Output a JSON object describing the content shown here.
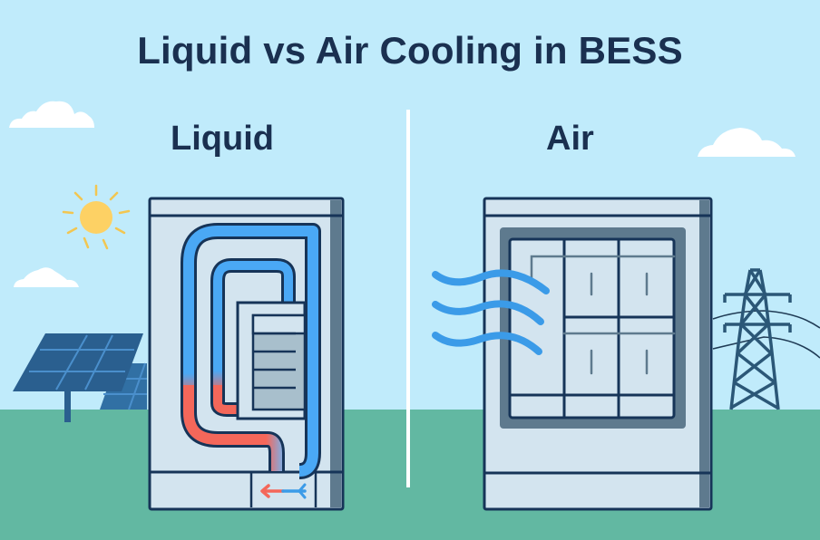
{
  "title": "Liquid vs Air Cooling in BESS",
  "panels": {
    "left": {
      "label": "Liquid",
      "system": "liquid-cooled battery cabinet"
    },
    "right": {
      "label": "Air",
      "system": "air-cooled battery cabinet"
    }
  },
  "scene": {
    "elements": [
      "sun",
      "clouds",
      "solar-panels",
      "transmission-tower",
      "divider",
      "ground"
    ],
    "flow_arrow": "hot-to-cold coolant arrow"
  },
  "colors": {
    "sky": "#c0ebfb",
    "ground": "#62b8a2",
    "title": "#1a3050",
    "outline": "#163458",
    "cabinet_fill": "#d3e4ef",
    "cabinet_shade": "#5e7a8e",
    "coolant_cold": "#4aa8f5",
    "coolant_hot": "#f4675a",
    "airflow": "#3b9be8",
    "sun": "#fdd164",
    "solar_panel": "#2a5f8f",
    "tower": "#2b5777",
    "cloud": "#ffffff",
    "divider": "#ffffff"
  }
}
